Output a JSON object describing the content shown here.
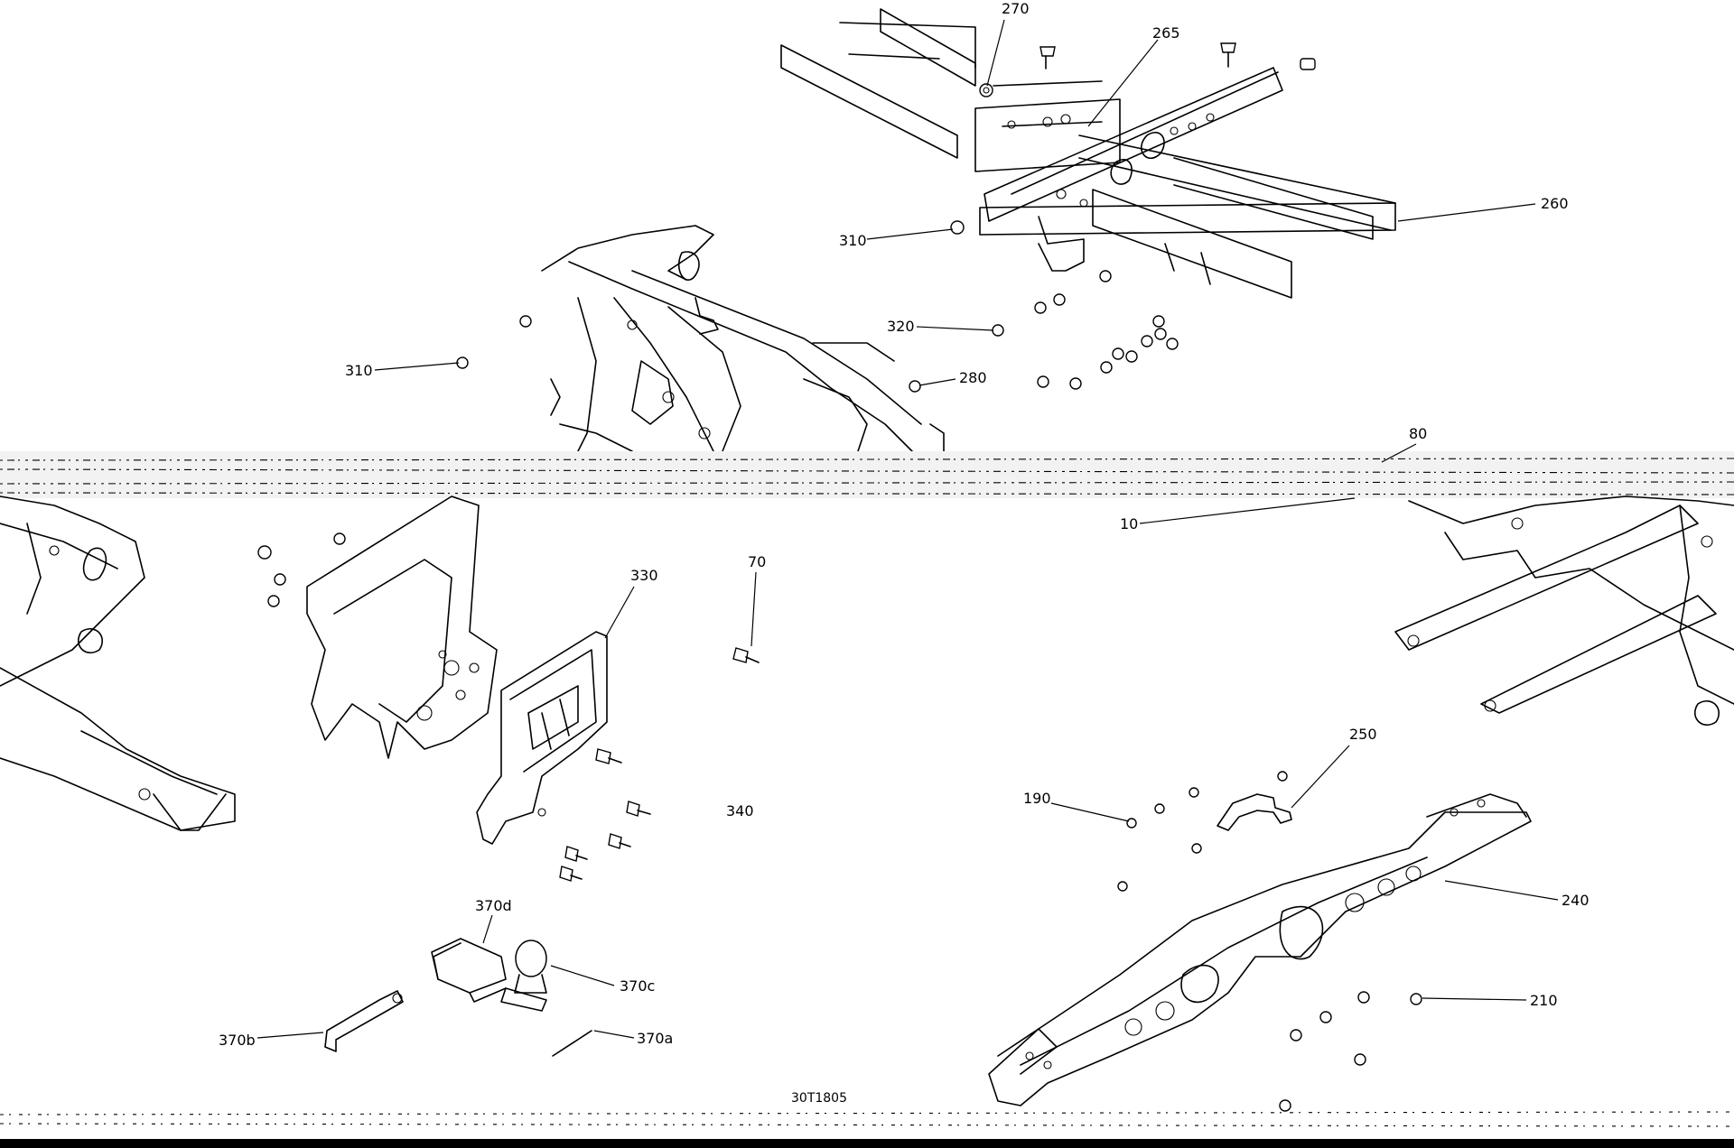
{
  "drawing_number": "30T1805",
  "callouts": {
    "c270": "270",
    "c265": "265",
    "c260": "260",
    "c310a": "310",
    "c310b": "310",
    "c320": "320",
    "c280": "280",
    "c80": "80",
    "c10": "10",
    "c330": "330",
    "c70": "70",
    "c340": "340",
    "c250": "250",
    "c190": "190",
    "c240": "240",
    "c370d": "370d",
    "c370c": "370c",
    "c370b": "370b",
    "c370a": "370a",
    "c210": "210"
  }
}
